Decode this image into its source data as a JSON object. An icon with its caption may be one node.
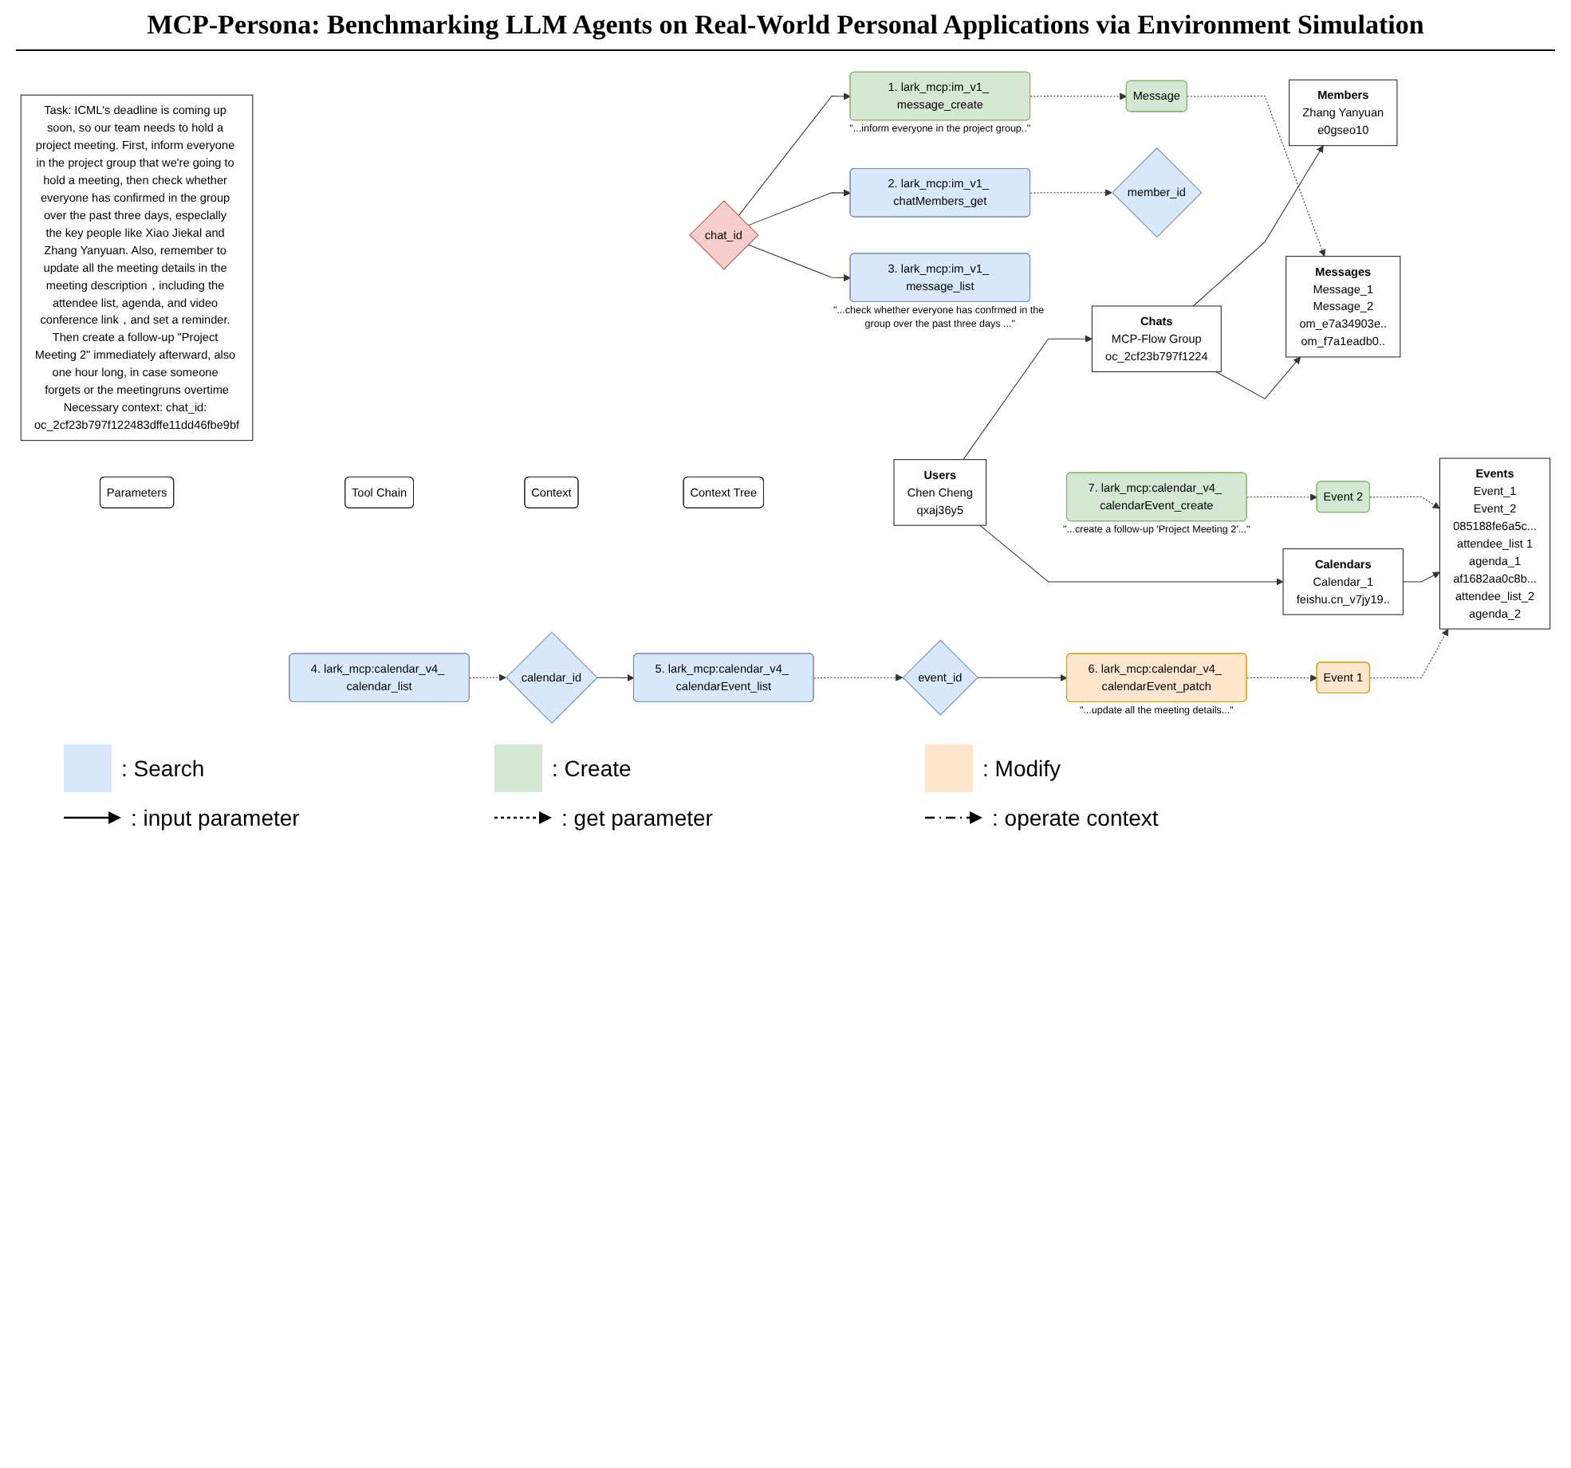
{
  "diagram": {
    "title": "MCP-Persona: Benchmarking LLM Agents on Real-World Personal Applications via Environment Simulation",
    "nodes": [
      {
        "text": [
          "Task: ICML's deadline is coming up soon, so our team needs to hold a project meeting. First, inform everyone in the project group that we're going to hold a meeting, then check whether everyone has confirmed in the group over the past three days, especlally the key people like Xiao Jiekal and Zhang Yanyuan. Also, remember to update all the meeting details in the meeting description，including the attendee list, agenda, and video conference link，and set a reminder. Then create a follow-up \"Project Meeting 2\" immediately afterward, also one hour long, in case someone forgets or the meetingruns overtime",
          "Necessary context: chat_id: oc_2cf23b797f122483dffe11dd46fbe9bf"
        ]
      },
      {
        "text": [
          "Parameters"
        ]
      },
      {
        "text": [
          "Tool Chain"
        ]
      },
      {
        "text": [
          "Context"
        ]
      },
      {
        "text": [
          "chat_id"
        ]
      },
      {
        "text": [
          "1. lark_mcp:im_v1_ message_create"
        ],
        "beside": [
          "\"...inform everyone in the project group..\""
        ]
      },
      {
        "text": [
          "Message"
        ]
      },
      {
        "text": [
          "2. lark_mcp:im_v1_ chatMembers_get"
        ]
      },
      {
        "text": [
          "member_id"
        ]
      },
      {
        "text": [
          "3. lark_mcp:im_v1_ message_list"
        ],
        "beside": [
          "\"...check whether everyone has confrmed in the group over the past three days ...\""
        ]
      },
      {
        "text": [
          "4. lark_mcp:calendar_v4_ calendar_list"
        ]
      },
      {
        "text": [
          "calendar_id"
        ]
      },
      {
        "text": [
          "5. lark_mcp:calendar_v4_ calendarEvent_list"
        ]
      },
      {
        "text": [
          "event_id"
        ]
      },
      {
        "text": [
          "6. lark_mcp:calendar_v4_ calendarEvent_patch"
        ],
        "beside": [
          "\"...update all the meeting details...\""
        ]
      },
      {
        "text": [
          "Event 1"
        ]
      },
      {
        "text": [
          "7. lark_mcp:calendar_v4_ calendarEvent_create"
        ],
        "beside": [
          "\"...create a follow-up 'Project Meeting 2'...\""
        ]
      },
      {
        "text": [
          "Event 2"
        ]
      },
      {
        "text": [
          "Context Tree"
        ]
      },
      {
        "text": [
          "Users",
          "Chen Cheng",
          "qxaj36y5"
        ]
      },
      {
        "text": [
          "Chats",
          "MCP-Flow Group",
          "oc_2cf23b797f1224"
        ]
      },
      {
        "text": [
          "Calendars",
          "Calendar_1",
          "feishu.cn_v7jy19.."
        ]
      },
      {
        "text": [
          "Members",
          "Zhang Yanyuan",
          "e0gseo10"
        ]
      },
      {
        "text": [
          "Messages",
          "Message_1",
          "Message_2",
          "om_e7a34903e..",
          "om_f7a1eadb0.."
        ]
      },
      {
        "text": [
          "Events",
          "Event_1",
          "Event_2",
          "085188fe6a5c...",
          "attendee_list 1",
          "agenda_1",
          "af1682aa0c8b...",
          "attendee_list_2",
          "agenda_2"
        ]
      }
    ],
    "edges": [
      {
        "from": 4,
        "to": 5,
        "arrow": "to"
      },
      {
        "from": 4,
        "to": 7,
        "arrow": "to"
      },
      {
        "from": 4,
        "to": 9,
        "arrow": "to"
      },
      {
        "from": 5,
        "to": 6,
        "arrow": "to",
        "style": "dashed"
      },
      {
        "from": 7,
        "to": 8,
        "arrow": "to",
        "style": "dashed"
      },
      {
        "from": 10,
        "to": 11,
        "arrow": "to",
        "style": "dashed"
      },
      {
        "from": 11,
        "to": 12,
        "arrow": "to"
      },
      {
        "from": 12,
        "to": 13,
        "arrow": "to",
        "style": "dashed"
      },
      {
        "from": 13,
        "to": 14,
        "arrow": "to"
      },
      {
        "from": 14,
        "to": 15,
        "arrow": "to",
        "style": "dashed"
      },
      {
        "from": 16,
        "to": 17,
        "arrow": "to",
        "style": "dashed"
      },
      {
        "from": 6,
        "to": 23,
        "arrow": "to",
        "style": "dashed"
      },
      {
        "from": 15,
        "to": 24,
        "arrow": "to",
        "style": "dashed"
      },
      {
        "from": 17,
        "to": 24,
        "arrow": "to",
        "style": "dashed"
      },
      {
        "from": 19,
        "to": 20,
        "arrow": "to"
      },
      {
        "from": 19,
        "to": 21,
        "arrow": "to"
      },
      {
        "from": 20,
        "to": 22,
        "arrow": "to"
      },
      {
        "from": 20,
        "to": 23,
        "arrow": "to"
      },
      {
        "from": 21,
        "to": 24,
        "arrow": "to"
      }
    ],
    "legend": [
      {
        "text": ": Search",
        "color": "#dae8fc"
      },
      {
        "text": ": Create",
        "color": "#d5e8d4"
      },
      {
        "text": ": Modify",
        "color": "#ffe6cc"
      },
      {
        "text": ": input parameter"
      },
      {
        "text": ": get parameter"
      },
      {
        "text": ": operate context"
      }
    ]
  }
}
